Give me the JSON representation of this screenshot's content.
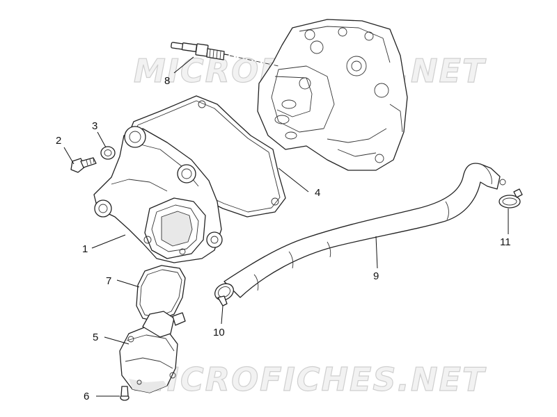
{
  "watermark": {
    "top": "MICROFICHES.NET",
    "bottom": "MICROFICHES.NET"
  },
  "callouts": [
    {
      "id": "1",
      "label": "1"
    },
    {
      "id": "2",
      "label": "2"
    },
    {
      "id": "3",
      "label": "3"
    },
    {
      "id": "4",
      "label": "4"
    },
    {
      "id": "5",
      "label": "5"
    },
    {
      "id": "6",
      "label": "6"
    },
    {
      "id": "7",
      "label": "7"
    },
    {
      "id": "8",
      "label": "8"
    },
    {
      "id": "9",
      "label": "9"
    },
    {
      "id": "10",
      "label": "10"
    },
    {
      "id": "11",
      "label": "11"
    }
  ]
}
